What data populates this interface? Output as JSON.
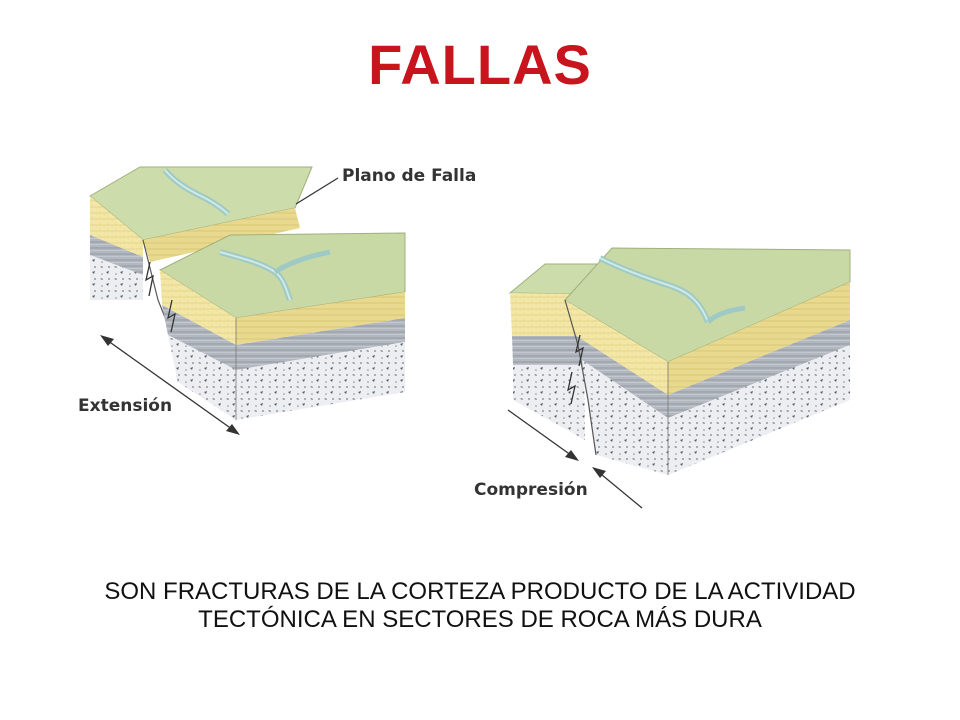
{
  "title": "FALLAS",
  "labels": {
    "fault_plane": "Plano de Falla",
    "extension": "Extensión",
    "compression": "Compresión"
  },
  "caption": {
    "line1": "SON FRACTURAS DE LA CORTEZA PRODUCTO DE LA ACTIVIDAD",
    "line2": "TECTÓNICA EN SECTORES DE ROCA MÁS DURA"
  },
  "colors": {
    "title": "#c8141c",
    "grass": "#c9d9a8",
    "river": "#a9d3cf",
    "sand": "#f2e6a6",
    "gray_strata": "#a8adb6",
    "rock": "#e9eaee"
  }
}
